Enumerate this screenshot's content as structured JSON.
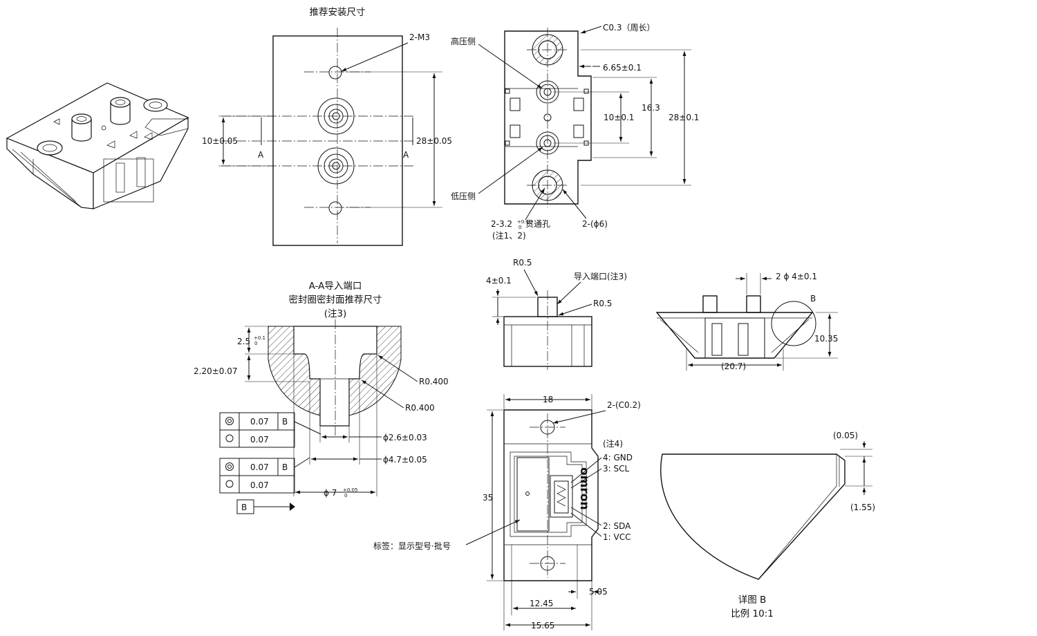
{
  "titles": {
    "mounting": "推荐安装尺寸",
    "section_line1": "A-A导入端口",
    "section_line2": "密封圈密封面推荐尺寸",
    "section_line3": "(注3)",
    "detail_line1": "详图 B",
    "detail_line2": "比例  10:1"
  },
  "mounting": {
    "holes": "2-M3",
    "dim_left": "10±0.05",
    "dim_right": "28±0.05",
    "section_mark": "A"
  },
  "top_view": {
    "chamfer": "C0.3（周长）",
    "high_side": "高压侧",
    "low_side": "低压侧",
    "dim_665": "6.65±0.1",
    "dim_163": "16.3",
    "dim_10": "10±0.1",
    "dim_28": "28±0.1",
    "through_hole": "2-3.2",
    "through_hole_tol_upper": "+0.1",
    "through_hole_tol_lower": "0",
    "through_hole_suffix": "贯通孔",
    "note_12": "(注1、2)",
    "dia6": "2-(ϕ6)"
  },
  "side_view": {
    "r05_top": "R0.5",
    "r05_bottom": "R0.5",
    "dim_4": "4±0.1",
    "inlet_note": "导入端口(注3)"
  },
  "front_view": {
    "dia4": "2 ϕ 4±0.1",
    "detail_mark": "B",
    "dim_1035": "10.35",
    "dim_207": "(20.7)"
  },
  "section": {
    "dim_25": "2.5",
    "dim_25_tol_upper": "+0.1",
    "dim_25_tol_lower": "0",
    "dim_220": "2.20±0.07",
    "r_upper": "R0.400",
    "r_lower": "R0.400",
    "dia26": "ϕ2.6±0.03",
    "dia47": "ϕ4.7±0.05",
    "dia7": "ϕ 7",
    "dia7_tol_upper": "+0.05",
    "dia7_tol_lower": "0",
    "datum": "B",
    "frames": [
      {
        "value": "0.07",
        "datum": "B"
      },
      {
        "value": "0.07",
        "datum": ""
      },
      {
        "value": "0.07",
        "datum": "B"
      },
      {
        "value": "0.07",
        "datum": ""
      }
    ]
  },
  "bottom_view": {
    "dim_18": "18",
    "chamfer": "2-(C0.2)",
    "note4": "(注4)",
    "pin4": "4: GND",
    "pin3": "3: SCL",
    "pin2": "2: SDA",
    "pin1": "1: VCC",
    "dim_35": "35",
    "label_note": "标签：显示型号·批号",
    "dim_505": "5.05",
    "dim_1245": "12.45",
    "dim_1565": "15.65",
    "logo": "omron"
  },
  "detail": {
    "dim_005": "(0.05)",
    "dim_155": "(1.55)"
  }
}
